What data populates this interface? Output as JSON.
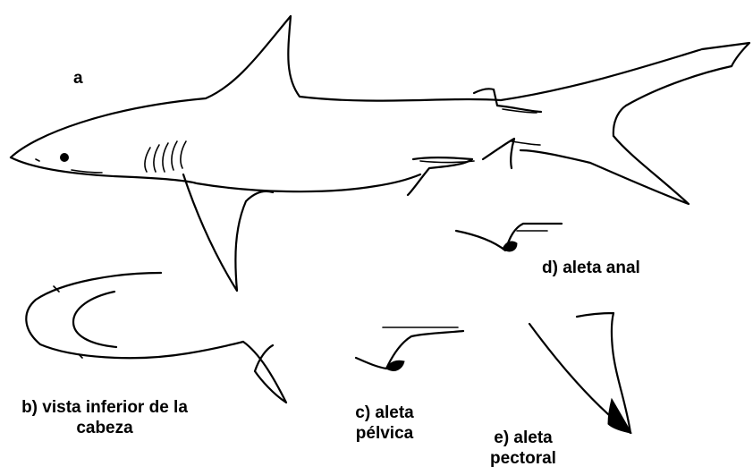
{
  "labels": {
    "a": "a",
    "b_line1": "b) vista inferior de la",
    "b_line2": "cabeza",
    "c_line1": "c) aleta",
    "c_line2": "pélvica",
    "d": "d) aleta anal",
    "e_line1": "e) aleta",
    "e_line2": "pectoral"
  },
  "colors": {
    "ink": "#000000",
    "background": "#ffffff"
  }
}
